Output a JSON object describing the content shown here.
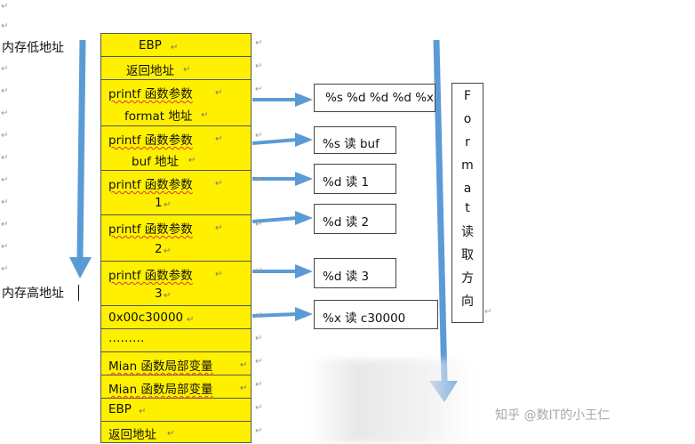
{
  "labels": {
    "low_address": "内存低地址",
    "high_address": "内存高地址"
  },
  "paragraph_mark": "↵",
  "stack_cells": [
    {
      "lines": [
        "EBP"
      ]
    },
    {
      "lines": [
        "返回地址"
      ]
    },
    {
      "lines": [
        "printf 函数参数",
        "format 地址"
      ]
    },
    {
      "lines": [
        "printf 函数参数",
        "buf 地址"
      ]
    },
    {
      "lines": [
        "printf 函数参数",
        "1"
      ]
    },
    {
      "lines": [
        "printf 函数参数",
        "2"
      ]
    },
    {
      "lines": [
        "printf 函数参数",
        "3"
      ]
    },
    {
      "lines": [
        "0x00c30000"
      ]
    },
    {
      "lines": [
        "………"
      ]
    },
    {
      "lines": [
        "Mian 函数局部变量"
      ]
    },
    {
      "lines": [
        "Mian 函数局部变量"
      ]
    },
    {
      "lines": [
        "EBP"
      ]
    },
    {
      "lines": [
        "返回地址"
      ]
    }
  ],
  "result_boxes": [
    "%s %d %d %d %x",
    "%s 读 buf",
    "%d  读 1",
    "%d  读 2",
    "%d  读 3",
    "%x  读 c30000"
  ],
  "vertical_label": [
    "F",
    "o",
    "r",
    "m",
    "a",
    "t",
    "读",
    "取",
    "方",
    "向"
  ],
  "watermark": "知乎 @数IT的小王仁",
  "colors": {
    "arrow": "#5b9bd5",
    "stack_fill": "#fff000",
    "wavy_underline": "#d43a3a"
  }
}
